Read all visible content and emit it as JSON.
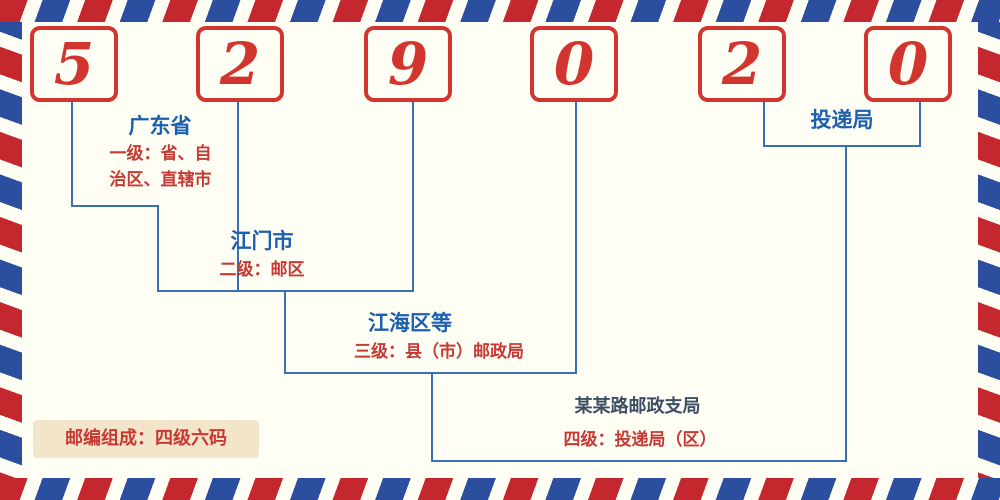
{
  "envelope": {
    "digits": [
      "5",
      "2",
      "9",
      "0",
      "2",
      "0"
    ]
  },
  "annotations": {
    "level1": {
      "place": "广东省",
      "desc_line1": "一级：省、自",
      "desc_line2": "治区、直辖市"
    },
    "level2": {
      "place": "江门市",
      "desc": "二级：邮区"
    },
    "level3": {
      "place": "江海区等",
      "desc": "三级：县（市）邮政局"
    },
    "level4": {
      "place": "某某路邮政支局",
      "desc": "四级：投递局（区）"
    },
    "delivery_office": "投递局"
  },
  "footer": {
    "note": "邮编组成：四级六码"
  },
  "colors": {
    "digit_red": "#d2342e",
    "line_blue": "#3a6fb5",
    "label_blue": "#1c5fae",
    "desc_red": "#c63a33",
    "stripe_red": "#c4272e",
    "stripe_blue": "#2b4f9e",
    "note_background": "#f2e5c9"
  }
}
